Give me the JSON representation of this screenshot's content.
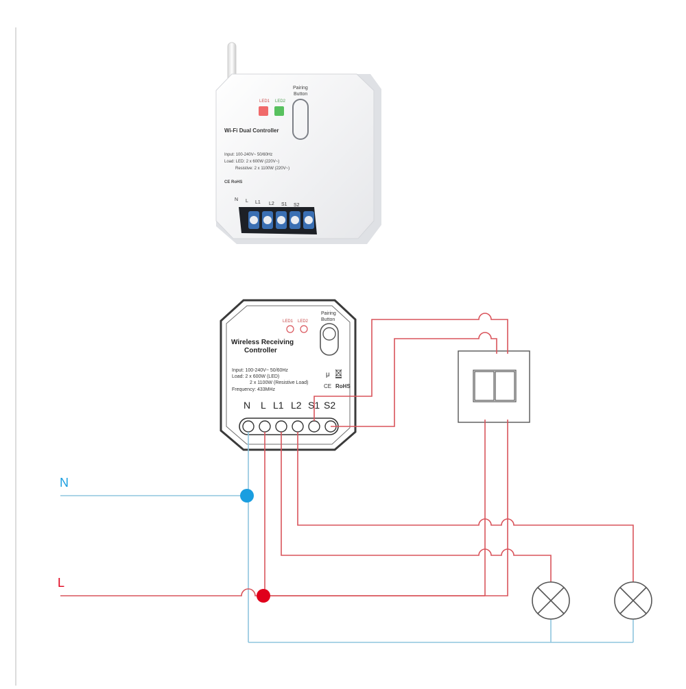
{
  "product": {
    "title": "Wi-Fi Dual Controller",
    "led1": "LED1",
    "led2": "LED2",
    "pairing_line1": "Pairing",
    "pairing_line2": "Button",
    "input": "Input: 100-240V~ 50/60Hz",
    "load_led": "Load: LED: 2 x 600W (220V~)",
    "load_resistive": "Resistive: 2 x 1100W (220V~)",
    "marks": "CE RoHS",
    "terminals": [
      "N",
      "L",
      "L1",
      "L2",
      "S1",
      "S2"
    ]
  },
  "diagram": {
    "title_line1": "Wireless Receiving",
    "title_line2": "Controller",
    "led1": "LED1",
    "led2": "LED2",
    "pairing_line1": "Pairing",
    "pairing_line2": "Button",
    "spec_input": "Input: 100-240V~  50/60Hz",
    "spec_load": "Load: 2 x 600W (LED)",
    "spec_load2": "2 x 1100W (Resistive Load)",
    "spec_freq": "Frequency: 433MHz",
    "mu": "μ",
    "ce": "CE",
    "rohs": "RoHS",
    "terminals": [
      "N",
      "L",
      "L1",
      "L2",
      "S1",
      "S2"
    ],
    "neutral_label": "N",
    "live_label": "L"
  },
  "colors": {
    "neutral": "#1a9ee0",
    "live": "#e0001b",
    "neutral_wire": "#8ec5de",
    "live_wire": "#d9535a",
    "outline": "#3a3a3a"
  }
}
